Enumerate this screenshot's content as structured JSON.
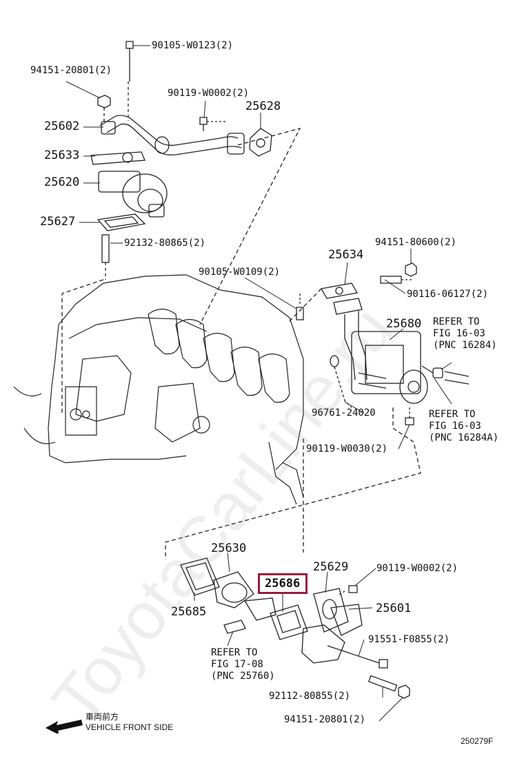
{
  "labels": {
    "p90105_w0123": "90105-W0123(2)",
    "p94151_20801_top": "94151-20801(2)",
    "p90119_w0002_top": "90119-W0002(2)",
    "p25628": "25628",
    "p25602": "25602",
    "p25633": "25633",
    "p25620": "25620",
    "p25627": "25627",
    "p92132_80865": "92132-80865(2)",
    "p94151_80600": "94151-80600(2)",
    "p25634": "25634",
    "p90105_w0109": "90105-W0109(2)",
    "p90116_06127": "90116-06127(2)",
    "p25680": "25680",
    "p96761_24020": "96761-24020",
    "p90119_w0030": "90119-W0030(2)",
    "p25630": "25630",
    "p25629": "25629",
    "p90119_w0002_bottom": "90119-W0002(2)",
    "p25686": "25686",
    "p25601": "25601",
    "p25685": "25685",
    "p91551_f0855": "91551-F0855(2)",
    "p92112_80855": "92112-80855(2)",
    "p94151_20801_bottom": "94151-20801(2)"
  },
  "refs": {
    "ref_16284": "REFER TO\nFIG 16-03\n(PNC 16284)",
    "ref_16284a": "REFER TO\nFIG 16-03\n(PNC 16284A)",
    "ref_25760": "REFER TO\nFIG 17-08\n(PNC 25760)"
  },
  "highlight": {
    "part": "25686",
    "color": "#9b1b3a"
  },
  "front": {
    "zh": "車両前方",
    "en": "VEHICLE FRONT SIDE",
    "icon": "arrow-left-icon"
  },
  "figure_code": "250279F",
  "watermark": "ToyotaCarLine.ru"
}
